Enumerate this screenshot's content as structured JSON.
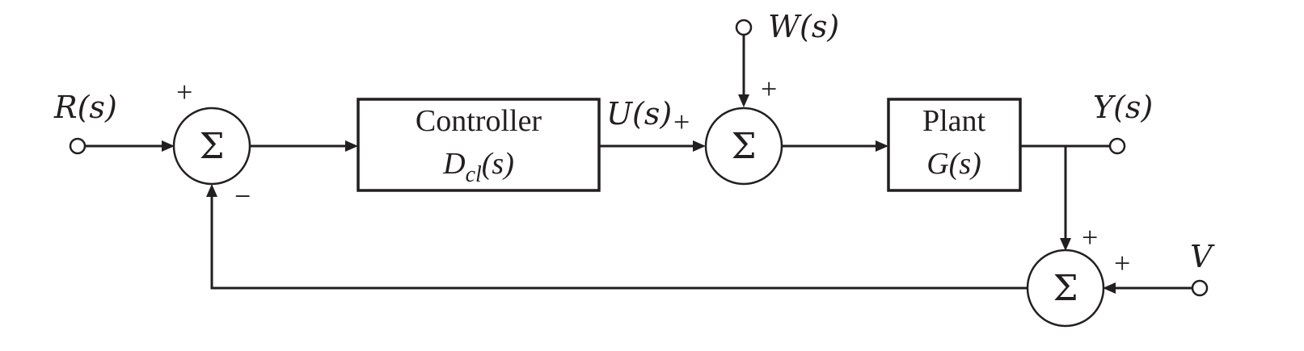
{
  "signals": {
    "reference": "R(s)",
    "disturbance": "W(s)",
    "control": "U(s)",
    "output": "Y(s)",
    "sensor_noise": "V"
  },
  "blocks": {
    "controller": {
      "name": "Controller",
      "transfer_prefix": "D",
      "transfer_subscript": "cl",
      "transfer_suffix": "(s)"
    },
    "plant": {
      "name": "Plant",
      "transfer": "G(s)"
    }
  },
  "summing_junctions": {
    "symbol": "Σ",
    "error": {
      "reference_sign": "+",
      "feedback_sign": "−"
    },
    "disturbance": {
      "control_sign": "+",
      "disturbance_sign": "+"
    },
    "sensor": {
      "output_sign": "+",
      "noise_sign": "+"
    }
  }
}
